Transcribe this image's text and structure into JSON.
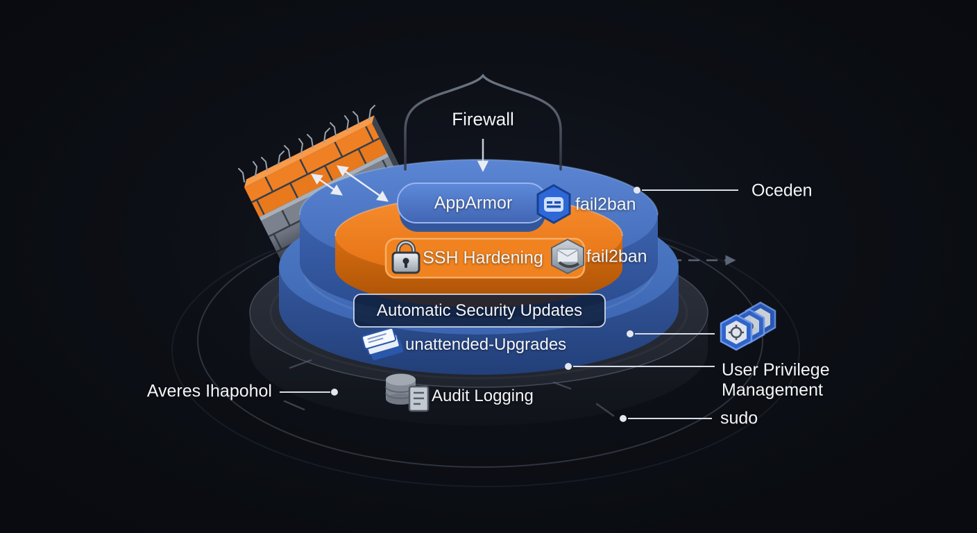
{
  "diagram": {
    "firewall": {
      "label": "Firewall"
    },
    "stack": {
      "apparmor_label": "AppArmor",
      "fail2ban_top_label": "fail2ban",
      "ssh_label": "SSH Hardening",
      "fail2ban_mid_label": "fail2ban",
      "auto_updates_label": "Automatic Security Updates",
      "unattended_label": "unattended-Upgrades",
      "audit_label": "Audit Logging"
    },
    "callouts": {
      "oceden_label": "Oceden",
      "user_privilege_line1": "User Privilege",
      "user_privilege_line2": "Management",
      "sudo_label": "sudo",
      "averes_label": "Averes Ihapohol"
    },
    "icons": {
      "shield_outline": "firewall-shield-outline",
      "brick_wall": "firewall-brick-wall",
      "fail2ban_badge": "fail2ban-hexagon-badge",
      "padlock": "ssh-padlock",
      "fail2ban_shield": "fail2ban-gray-shield",
      "package_stack": "unattended-upgrades-package-stack",
      "database_log": "audit-database-log",
      "privilege_badges": "user-privilege-hexagon-badges"
    },
    "colors": {
      "background": "#0c0f15",
      "accent_orange": "#ee7c1e",
      "accent_blue": "#4a74c2",
      "dark_disc": "#262b35",
      "text": "#f3f5f9",
      "connector": "#d8dde5"
    }
  }
}
